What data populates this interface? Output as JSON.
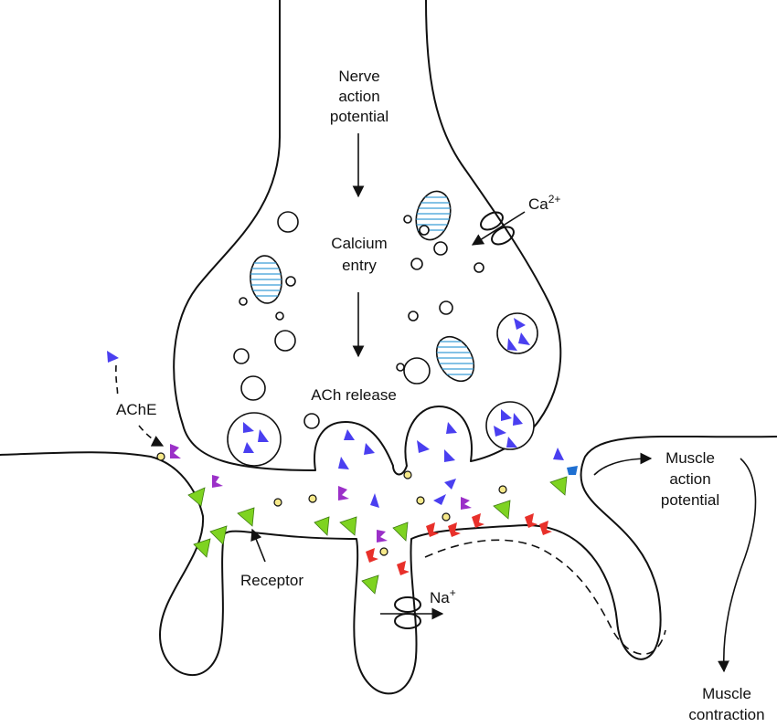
{
  "labels": {
    "nerve_action_potential": [
      "Nerve",
      "action",
      "potential"
    ],
    "calcium_entry": [
      "Calcium",
      "entry"
    ],
    "ach_release": "ACh release",
    "ache": "AChE",
    "receptor": "Receptor",
    "calcium_ion": "Ca",
    "calcium_charge": "2+",
    "sodium_ion": "Na",
    "sodium_charge": "+",
    "muscle_action_potential": [
      "Muscle",
      "action",
      "potential"
    ],
    "muscle_contraction": [
      "Muscle",
      "contraction"
    ]
  },
  "colors": {
    "terminal_fill": "#d9f1f4",
    "channel_fill": "#f6e98a",
    "ach_molecule": "#4a3ff0",
    "ache_enzyme": "#9b30c8",
    "receptor": "#7ed321",
    "receptor_bound": "#e8302a",
    "mitochondria_stripes": "#3a9ed8",
    "choline": "#f6e98a"
  }
}
